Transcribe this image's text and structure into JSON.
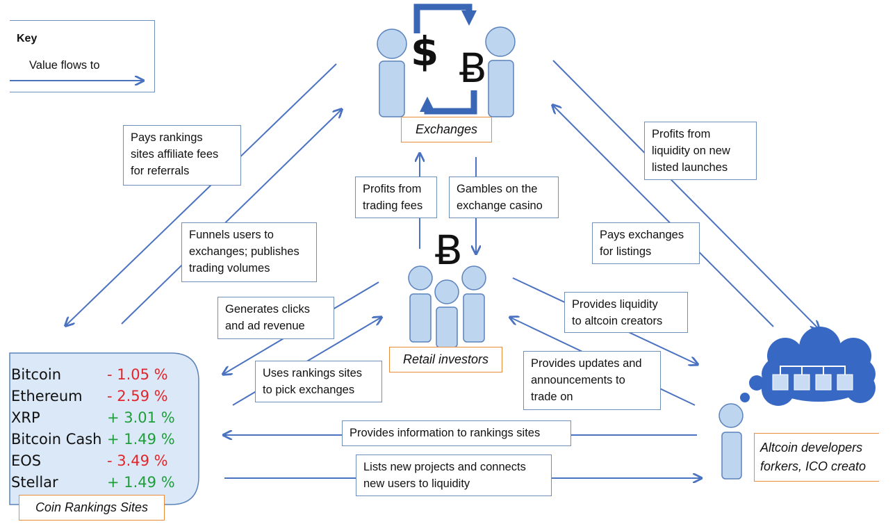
{
  "key": {
    "title": "Key",
    "label": "Value flows to"
  },
  "nodes": {
    "exchanges": "Exchanges",
    "retail": "Retail investors",
    "rankings": "Coin Rankings Sites",
    "altcoin": [
      "Altcoin developers",
      "forkers, ICO creato"
    ]
  },
  "symbols": {
    "dollar": "$",
    "bitcoin": "Ƀ"
  },
  "flows": {
    "pays_rankings": [
      "Pays rankings",
      "sites affiliate fees",
      "for referrals"
    ],
    "funnels": [
      "Funnels users to",
      "exchanges; publishes",
      "trading volumes"
    ],
    "profits_trading": [
      "Profits from",
      "trading fees"
    ],
    "gambles": [
      "Gambles on the",
      "exchange casino"
    ],
    "profits_liquidity": [
      "Profits from",
      "liquidity on new",
      "listed launches"
    ],
    "pays_listings": [
      "Pays exchanges",
      "for listings"
    ],
    "generates_clicks": [
      "Generates clicks",
      "and ad revenue"
    ],
    "uses_rankings": [
      "Uses rankings sites",
      "to pick exchanges"
    ],
    "provides_liquidity": [
      "Provides liquidity",
      "to altcoin creators"
    ],
    "provides_updates": [
      "Provides updates and",
      "announcements to",
      "trade on"
    ],
    "provides_info": "Provides information to rankings sites",
    "lists_projects": [
      "Lists new projects and connects",
      "new users to liquidity"
    ]
  },
  "coins": [
    {
      "name": "Bitcoin",
      "change": "- 1.05 %",
      "direction": "down"
    },
    {
      "name": "Ethereum",
      "change": "- 2.59 %",
      "direction": "down"
    },
    {
      "name": "XRP",
      "change": "+ 3.01 %",
      "direction": "up"
    },
    {
      "name": "Bitcoin Cash",
      "change": "+ 1.49 %",
      "direction": "up"
    },
    {
      "name": "EOS",
      "change": "- 3.49 %",
      "direction": "down"
    },
    {
      "name": "Stellar",
      "change": "+ 1.49 %",
      "direction": "up"
    }
  ],
  "colors": {
    "arrow": "#4a72c0",
    "person_fill": "#bdd5ee",
    "person_stroke": "#5b82bb",
    "node_border": "#e98c3a",
    "cloud": "#3769c4",
    "negative": "#e0262b",
    "positive": "#1e9e3a"
  }
}
